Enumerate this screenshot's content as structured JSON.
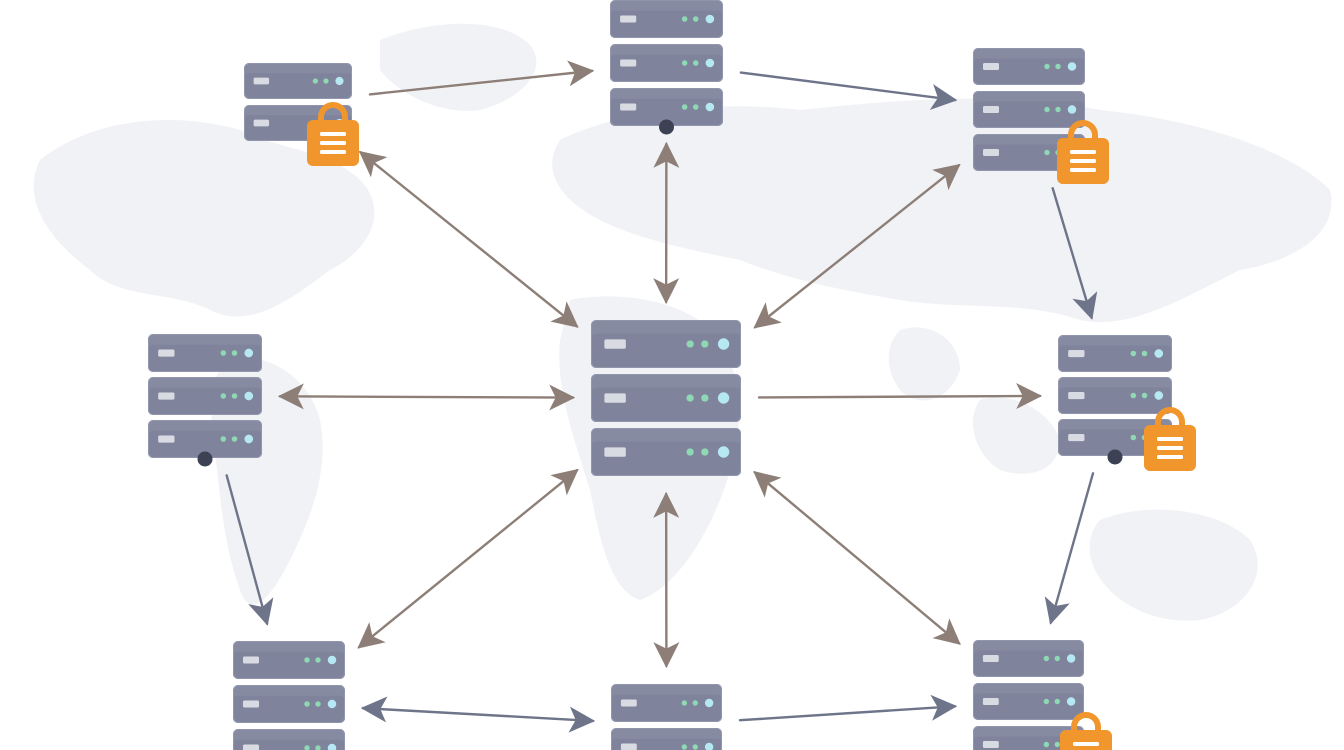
{
  "colors": {
    "background": "#ffffff",
    "map": "#eef0f3",
    "server_body": "#868ba2",
    "server_panel": "#7a7f97",
    "server_outline": "#9196ad",
    "server_slot": "#d9dbe3",
    "led_green": "#8fd8b4",
    "led_cyan": "#b5e8f2",
    "base_dot": "#3c4154",
    "lock_orange": "#f0962d",
    "lock_lines": "#ffffff",
    "arrow_brown": "#8d7f77",
    "arrow_slate": "#6e7489"
  },
  "icons": [
    "world-map-icon",
    "server-rack-icon",
    "lock-icon",
    "arrow-icon"
  ],
  "nodes": [
    {
      "id": "top-left",
      "units": 2,
      "locked": true,
      "base_dot": false
    },
    {
      "id": "top-center",
      "units": 3,
      "locked": false,
      "base_dot": true
    },
    {
      "id": "top-right",
      "units": 3,
      "locked": true,
      "base_dot": false
    },
    {
      "id": "mid-left",
      "units": 3,
      "locked": false,
      "base_dot": true
    },
    {
      "id": "center-hub",
      "units": 3,
      "locked": false,
      "base_dot": false
    },
    {
      "id": "mid-right",
      "units": 3,
      "locked": true,
      "base_dot": true
    },
    {
      "id": "bottom-left",
      "units": 3,
      "locked": false,
      "base_dot": false
    },
    {
      "id": "bottom-center",
      "units": 2,
      "locked": false,
      "base_dot": false
    },
    {
      "id": "bottom-right",
      "units": 3,
      "locked": true,
      "base_dot": false
    }
  ],
  "connections": [
    {
      "from": "center-hub",
      "to": "top-left",
      "direction": "both",
      "color": "arrow_brown"
    },
    {
      "from": "center-hub",
      "to": "top-center",
      "direction": "both",
      "color": "arrow_brown"
    },
    {
      "from": "center-hub",
      "to": "top-right",
      "direction": "both",
      "color": "arrow_brown"
    },
    {
      "from": "center-hub",
      "to": "mid-left",
      "direction": "both",
      "color": "arrow_brown"
    },
    {
      "from": "center-hub",
      "to": "mid-right",
      "direction": "forward",
      "color": "arrow_brown"
    },
    {
      "from": "center-hub",
      "to": "bottom-left",
      "direction": "both",
      "color": "arrow_brown"
    },
    {
      "from": "center-hub",
      "to": "bottom-center",
      "direction": "both",
      "color": "arrow_brown"
    },
    {
      "from": "center-hub",
      "to": "bottom-right",
      "direction": "both",
      "color": "arrow_brown"
    },
    {
      "from": "top-left",
      "to": "top-center",
      "direction": "forward",
      "color": "arrow_brown"
    },
    {
      "from": "top-center",
      "to": "top-right",
      "direction": "forward",
      "color": "arrow_slate"
    },
    {
      "from": "top-right",
      "to": "mid-right",
      "direction": "forward",
      "color": "arrow_slate"
    },
    {
      "from": "mid-right",
      "to": "bottom-right",
      "direction": "forward",
      "color": "arrow_slate"
    },
    {
      "from": "mid-left",
      "to": "bottom-left",
      "direction": "forward",
      "color": "arrow_slate"
    },
    {
      "from": "bottom-left",
      "to": "bottom-center",
      "direction": "both",
      "color": "arrow_slate"
    },
    {
      "from": "bottom-center",
      "to": "bottom-right",
      "direction": "forward",
      "color": "arrow_slate"
    }
  ]
}
